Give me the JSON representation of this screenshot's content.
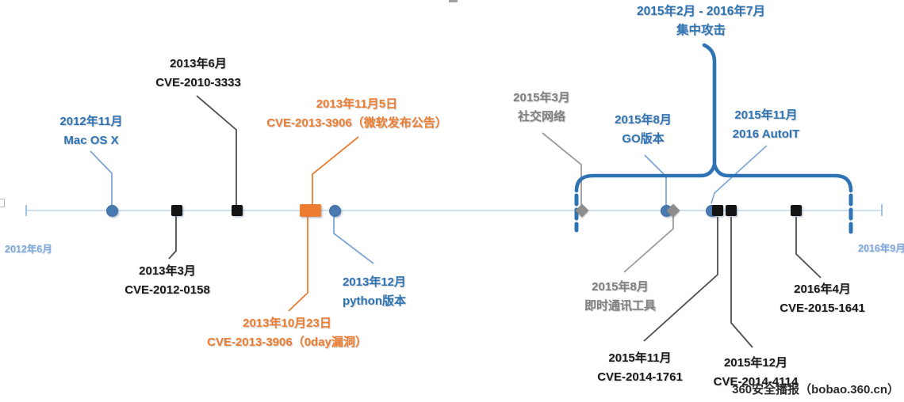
{
  "axis": {
    "start_label": "2012年6月",
    "end_label": "2016年9月"
  },
  "bracket": {
    "range": "2015年2月 - 2016年7月",
    "caption": "集中攻击"
  },
  "watermark": "360安全播报（bobao.360.cn）",
  "events": [
    {
      "date": "2012年11月",
      "name": "Mac OS X",
      "color": "blue",
      "marker": "circle",
      "side": "above"
    },
    {
      "date": "2013年6月",
      "name": "CVE-2010-3333",
      "color": "black",
      "marker": "square",
      "side": "above"
    },
    {
      "date": "2013年11月5日",
      "name": "CVE-2013-3906（微软发布公告）",
      "color": "orange",
      "marker": "bar",
      "side": "above"
    },
    {
      "date": "2015年3月",
      "name": "社交网络",
      "color": "gray",
      "marker": "diamond",
      "side": "above"
    },
    {
      "date": "2015年8月",
      "name": "GO版本",
      "color": "blue",
      "marker": "circle",
      "side": "above"
    },
    {
      "date": "2015年11月",
      "name": "2016 AutoIT",
      "color": "blue",
      "marker": "circle",
      "side": "above"
    },
    {
      "date": "2013年3月",
      "name": "CVE-2012-0158",
      "color": "black",
      "marker": "square",
      "side": "below"
    },
    {
      "date": "2013年10月23日",
      "name": "CVE-2013-3906（0day漏洞）",
      "color": "orange",
      "marker": "bar",
      "side": "below"
    },
    {
      "date": "2013年12月",
      "name": "python版本",
      "color": "blue",
      "marker": "circle",
      "side": "below"
    },
    {
      "date": "2015年8月",
      "name": "即时通讯工具",
      "color": "gray",
      "marker": "diamond",
      "side": "below"
    },
    {
      "date": "2015年11月",
      "name": "CVE-2014-1761",
      "color": "black",
      "marker": "square",
      "side": "below"
    },
    {
      "date": "2015年12月",
      "name": "CVE-2014-4114",
      "color": "black",
      "marker": "square",
      "side": "below"
    },
    {
      "date": "2016年4月",
      "name": "CVE-2015-1641",
      "color": "black",
      "marker": "square",
      "side": "below"
    }
  ],
  "colors": {
    "blue_text": "#2E74B5",
    "orange": "#ED7D31",
    "gray": "#7F7F7F",
    "black": "#1A1A1A",
    "axis_light_blue": "#7FA8D9",
    "timeline": "#BDD7EE",
    "bracket_blue": "#2E74B5",
    "circle_fill": "#4879B0"
  }
}
